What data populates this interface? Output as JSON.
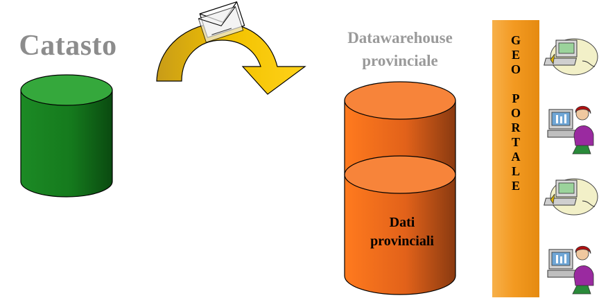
{
  "catasto": {
    "title": "Catasto"
  },
  "datawarehouse": {
    "title_line1": "Datawarehouse",
    "title_line2": "provinciale"
  },
  "dati": {
    "line1": "Dati",
    "line2": "provinciali"
  },
  "geo_portale": {
    "letters": [
      "G",
      "E",
      "O",
      "",
      "P",
      "O",
      "R",
      "T",
      "A",
      "L",
      "E"
    ]
  },
  "colors": {
    "catasto_cylinder": "#2e9a35",
    "datawarehouse_cylinder": "#f07a2a",
    "arrow": "#e0b400",
    "portal_bar": "#f39a22"
  },
  "icons": [
    "envelope-icon",
    "computer-icon",
    "user-computer-icon",
    "computer-icon",
    "user-computer-icon"
  ]
}
